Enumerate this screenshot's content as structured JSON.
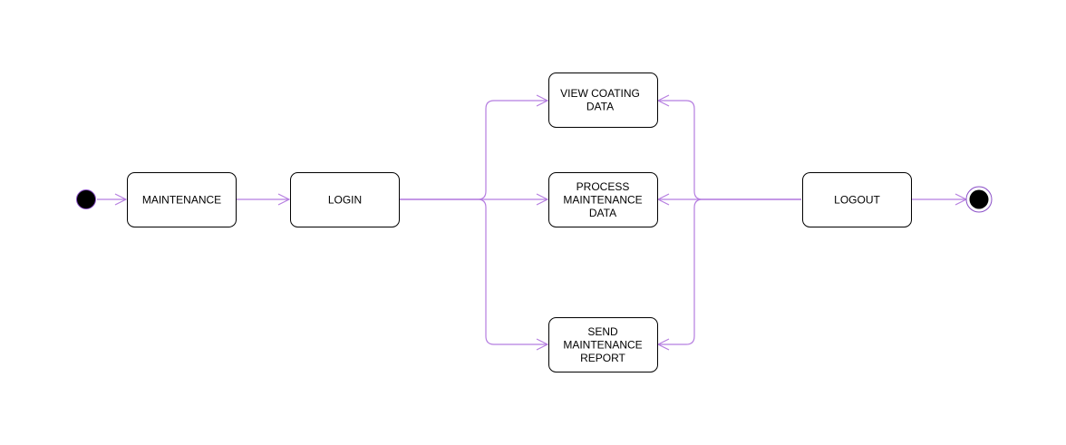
{
  "colors": {
    "edge": "#b57de0",
    "node_border": "#000000",
    "node_fill": "#ffffff",
    "initial_fill": "#000000",
    "initial_border": "#8a4fc7",
    "final_ring": "#8a4fc7"
  },
  "nodes": {
    "maintenance": {
      "lines": [
        "MAINTENANCE"
      ]
    },
    "login": {
      "lines": [
        "LOGIN"
      ]
    },
    "view_coating": {
      "lines": [
        "VIEW COATING",
        "DATA"
      ]
    },
    "process_maintenance": {
      "lines": [
        "PROCESS",
        "MAINTENANCE",
        "DATA"
      ]
    },
    "send_report": {
      "lines": [
        "SEND",
        "MAINTENANCE",
        "REPORT"
      ]
    },
    "logout": {
      "lines": [
        "LOGOUT"
      ]
    }
  }
}
